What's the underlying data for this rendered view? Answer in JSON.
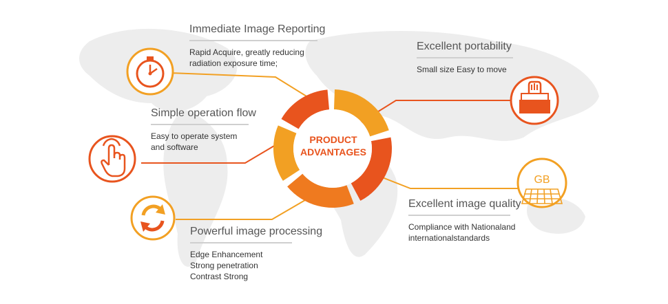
{
  "center": {
    "line1": "PRODUCT",
    "line2": "ADVANTAGES"
  },
  "colors": {
    "dark_orange": "#e8541e",
    "mid_orange": "#ef7a1f",
    "light_orange": "#f2a023",
    "text_title": "#555555",
    "text_body": "#333333"
  },
  "features": {
    "immediate": {
      "title": "Immediate Image Reporting",
      "lines": [
        "Rapid Acquire, greatly reducing",
        "radiation exposure time;"
      ],
      "icon": "stopwatch-icon"
    },
    "simple": {
      "title": "Simple operation flow",
      "lines": [
        "Easy to operate system",
        "and software"
      ],
      "icon": "touch-hand-icon"
    },
    "powerful": {
      "title": "Powerful image processing",
      "lines": [
        "Edge Enhancement",
        "Strong penetration",
        "Contrast Strong"
      ],
      "icon": "refresh-arrows-icon"
    },
    "portability": {
      "title": "Excellent portability",
      "lines": [
        "Small size  Easy to move"
      ],
      "icon": "carry-case-icon"
    },
    "quality": {
      "title": "Excellent image quality",
      "lines": [
        "Compliance with Nationaland",
        "internationalstandards"
      ],
      "icon": "gb-standard-icon",
      "icon_label": "GB"
    }
  }
}
